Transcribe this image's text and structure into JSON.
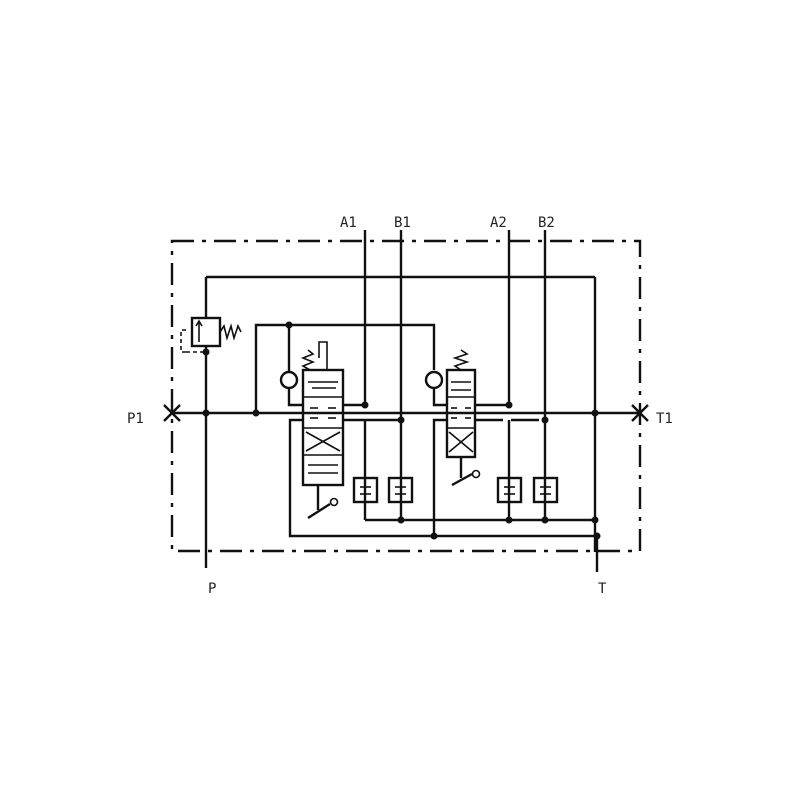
{
  "diagram": {
    "type": "hydraulic-schematic",
    "ports": {
      "A1": "A1",
      "B1": "B1",
      "A2": "A2",
      "B2": "B2",
      "P1": "P1",
      "T1": "T1",
      "P": "P",
      "T": "T"
    },
    "line_color": "#111111"
  }
}
